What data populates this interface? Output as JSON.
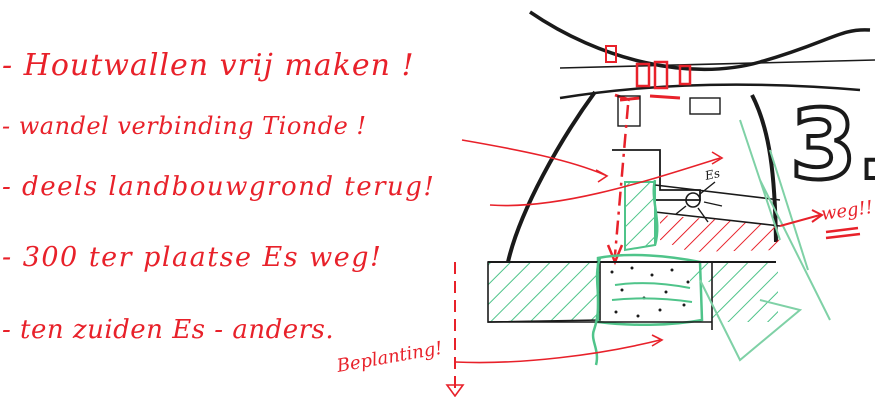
{
  "notes": [
    {
      "text": "- Houtwallen vrij maken !"
    },
    {
      "text": "- wandel verbinding Tionde !"
    },
    {
      "text": "- deels landbouwgrond terug!"
    },
    {
      "text": "- 300 ter plaatse Es weg!"
    },
    {
      "text": "- ten zuiden Es - anders."
    }
  ],
  "labels": {
    "beplanting": "Beplanting!",
    "es": "Es",
    "weg": "weg!!",
    "number": "3."
  },
  "colors": {
    "red": "#e8212a",
    "green": "#4fc48a",
    "black": "#1a1a1a"
  }
}
